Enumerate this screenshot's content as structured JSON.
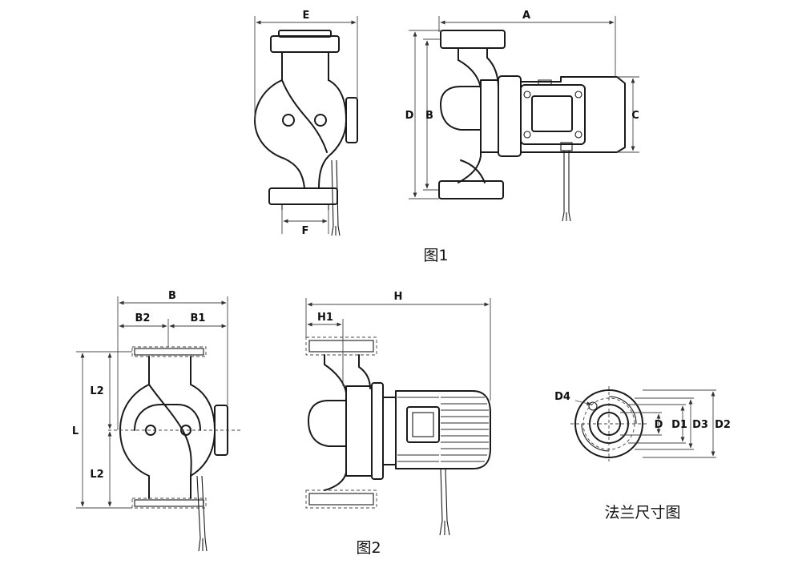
{
  "figures": {
    "fig1": {
      "caption": "图1",
      "labels": {
        "E": "E",
        "F": "F",
        "A": "A",
        "B": "B",
        "C": "C",
        "D": "D"
      }
    },
    "fig2": {
      "caption": "图2",
      "labels": {
        "B": "B",
        "B2": "B2",
        "B1": "B1",
        "L": "L",
        "L2_top": "L2",
        "L2_bottom": "L2",
        "H": "H",
        "H1": "H1"
      }
    },
    "flange": {
      "caption": "法兰尺寸图",
      "labels": {
        "D4": "D4",
        "D": "D",
        "D1": "D1",
        "D3": "D3",
        "D2": "D2"
      }
    }
  }
}
